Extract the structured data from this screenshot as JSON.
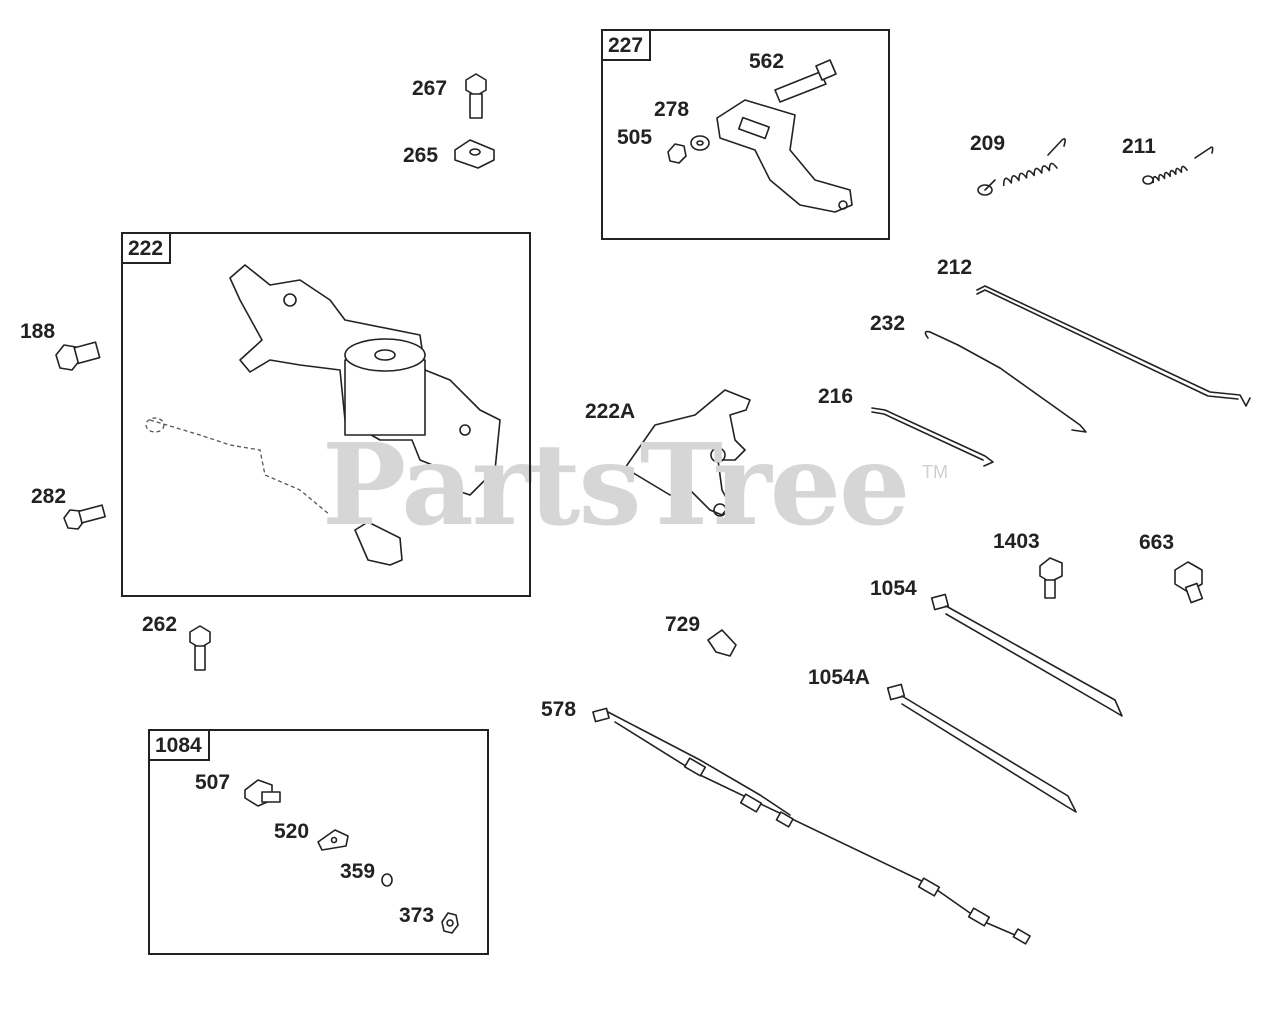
{
  "watermark": {
    "text": "PartsTree",
    "trademark": "TM"
  },
  "boxes": {
    "b227": "227",
    "b222": "222",
    "b1084": "1084"
  },
  "labels": {
    "l267": "267",
    "l265": "265",
    "l562": "562",
    "l278": "278",
    "l505": "505",
    "l209": "209",
    "l211": "211",
    "l188": "188",
    "l282": "282",
    "l262": "262",
    "l212": "212",
    "l232": "232",
    "l216": "216",
    "l222A": "222A",
    "l1403": "1403",
    "l663": "663",
    "l1054": "1054",
    "l729": "729",
    "l1054A": "1054A",
    "l578": "578",
    "l507": "507",
    "l520": "520",
    "l359": "359",
    "l373": "373"
  }
}
